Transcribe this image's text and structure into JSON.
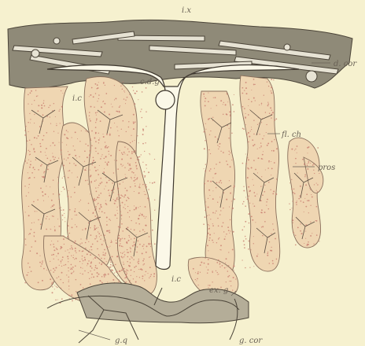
{
  "figure": {
    "labels": {
      "top": "i.x",
      "right_upper": "d. cor",
      "center_upper": "c.d.g",
      "left_upper": "i.c",
      "right_middle": "fl. ch",
      "right_lower": "pros",
      "center_lower": "i.c",
      "bottom_right_inner": "ex. g",
      "bottom_left": "g.q",
      "bottom_right": "g. cor"
    },
    "colors": {
      "background": "#f6f1cf",
      "cortex": "#8f8a78",
      "tissue": "#efd6b2",
      "stipple": "#c6776b",
      "line": "#4b4438"
    }
  }
}
